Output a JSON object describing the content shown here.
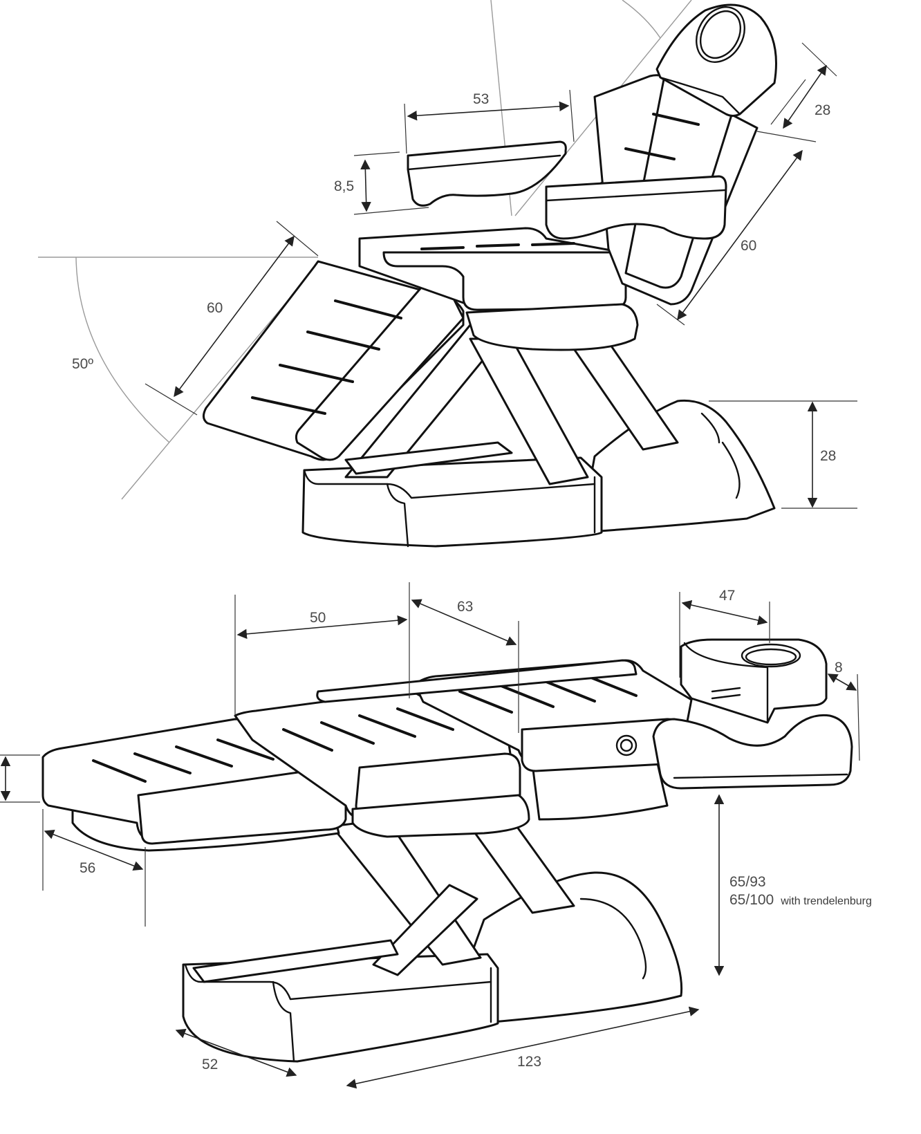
{
  "colors": {
    "line": "#111111",
    "dimension_text": "#4a4a4a",
    "construction_line": "#9a9a9a",
    "background": "#ffffff"
  },
  "top_view": {
    "label_headrest_length": "28",
    "label_armrest_span": "53",
    "label_armrest_height": "8,5",
    "label_backrest_length": "60",
    "label_legrest_length": "60",
    "label_legrest_angle": "50º",
    "label_base_height": "28"
  },
  "bottom_view": {
    "label_backrest_width": "50",
    "label_seat_length": "63",
    "label_headrest_length": "47",
    "label_headrest_height": "8",
    "label_legrest_width": "56",
    "label_base_width": "52",
    "label_total_length": "123",
    "label_height_range": "65/93",
    "label_height_range_trend_value": "65/100",
    "label_height_range_trend_note": "with trendelenburg"
  }
}
